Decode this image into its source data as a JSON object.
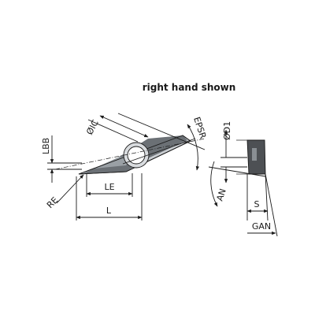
{
  "caption": "right hand shown",
  "labels": {
    "ic": "ØIC",
    "epsr": "EPSR",
    "lbb": "LBB",
    "re": "RE",
    "le": "LE",
    "l": "L",
    "d1": "ØD1",
    "an": "AN",
    "s": "S",
    "gan": "GAN"
  },
  "colors": {
    "insert_light": "#c9cdd1",
    "insert_dark": "#5d6166",
    "side_view": "#4d5054",
    "line": "#1a1a1a"
  }
}
